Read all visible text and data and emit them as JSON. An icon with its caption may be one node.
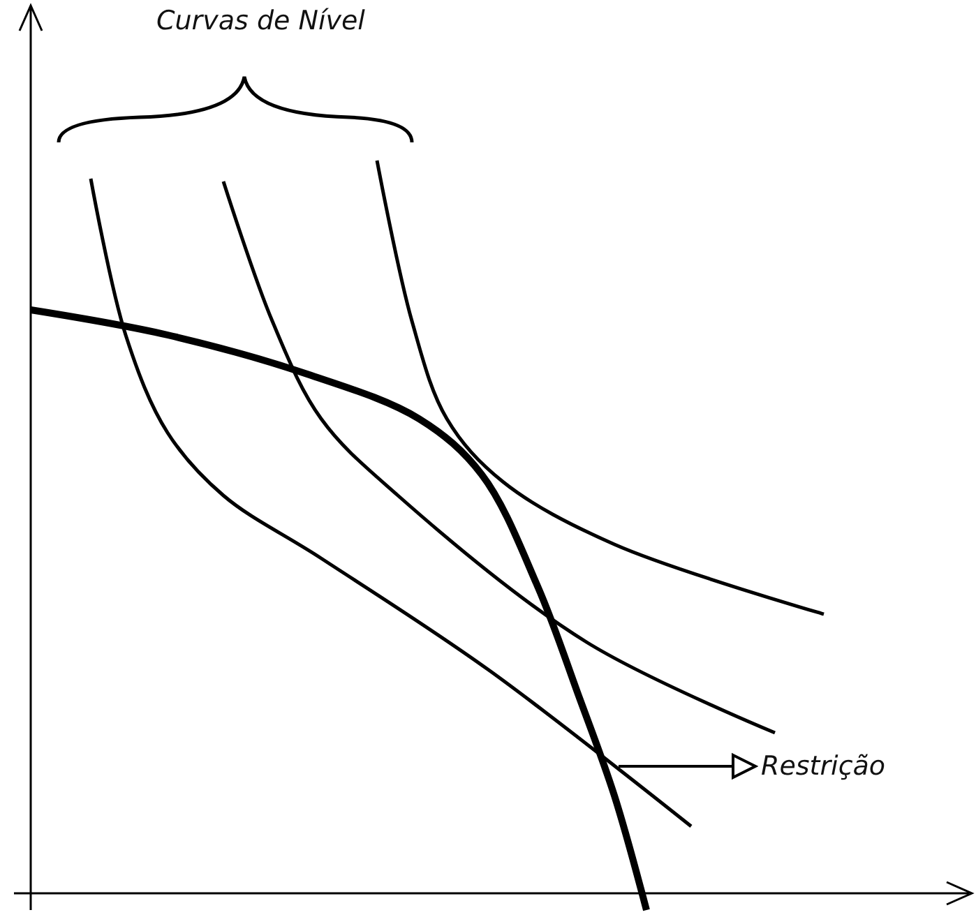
{
  "diagram": {
    "nodes": [
      {
        "text": [
          "Restrição"
        ]
      },
      {
        "text": [],
        "shape": "curve"
      }
    ],
    "edges": [
      {
        "from": 1,
        "to": 0,
        "arrow": "to"
      }
    ],
    "labels": [
      "Curvas de Nível"
    ]
  }
}
